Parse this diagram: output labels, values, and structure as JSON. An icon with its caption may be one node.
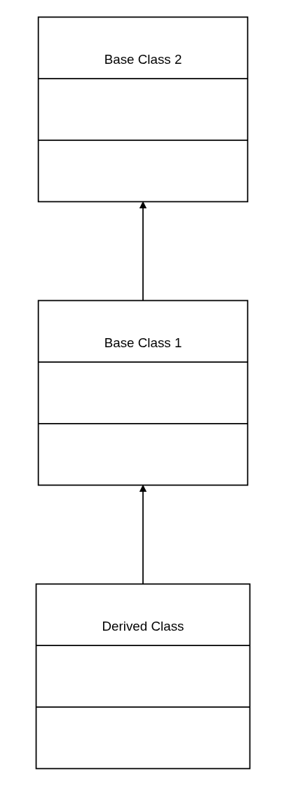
{
  "diagram": {
    "nodes": [
      {
        "text": [
          "Base Class 2"
        ]
      },
      {
        "text": [
          "Base Class 1"
        ]
      },
      {
        "text": [
          "Derived Class"
        ]
      }
    ],
    "edges": [
      {
        "from": 1,
        "to": 0,
        "arrow": "to"
      },
      {
        "from": 2,
        "to": 1,
        "arrow": "to"
      }
    ]
  }
}
